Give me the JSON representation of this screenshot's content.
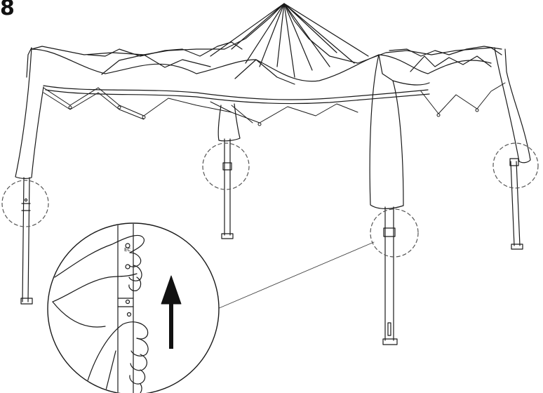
{
  "step": {
    "number": "8"
  },
  "illustration": {
    "subject": "canopy-frame-leg-adjustment",
    "ink_color": "#1a1a1a",
    "paper_color": "#ffffff",
    "callout_style": "dashed-circle",
    "icons": [
      "up-arrow-icon",
      "hand-icon",
      "leg-latch-icon"
    ]
  }
}
